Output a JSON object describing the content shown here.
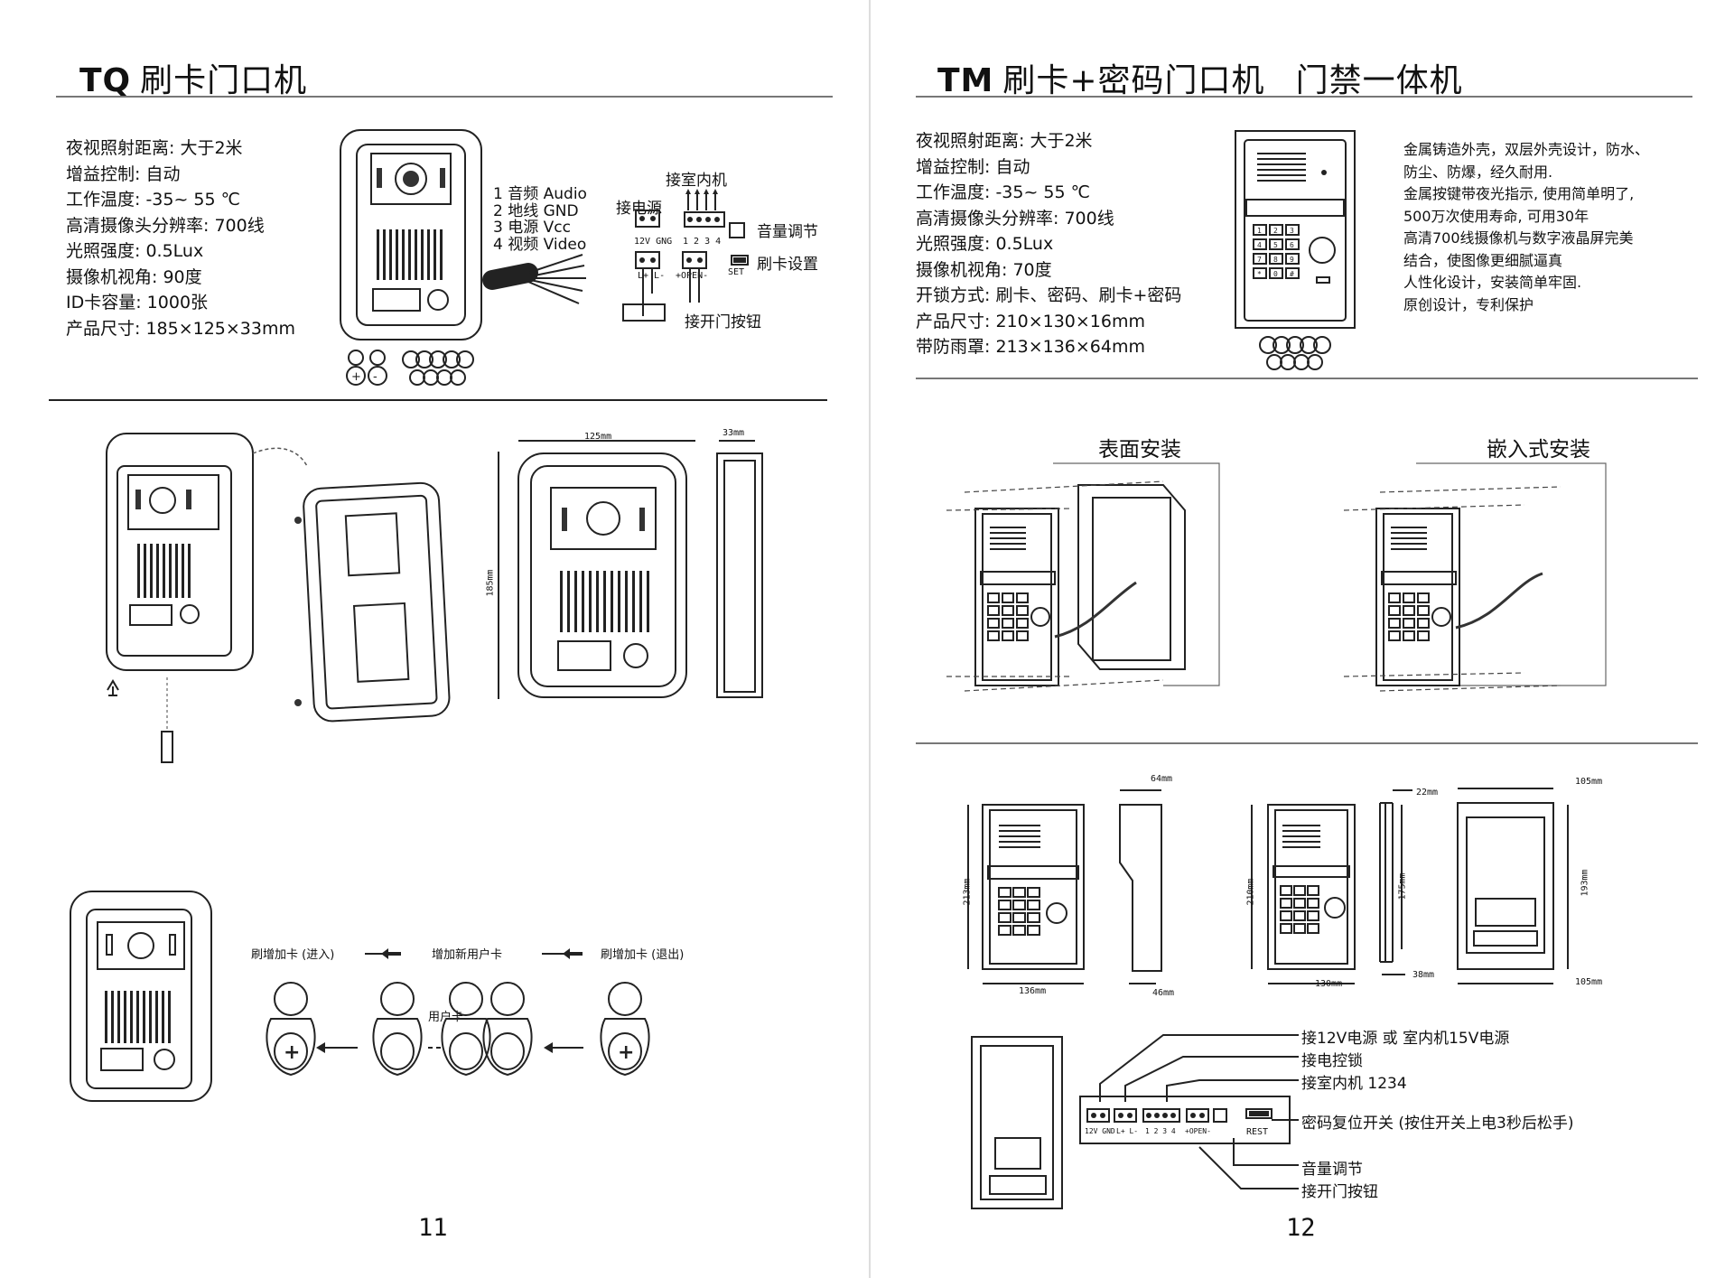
{
  "left": {
    "title_code": "TQ",
    "title_text": "刷卡门口机",
    "specs": [
      "夜视照射距离: 大于2米",
      "增益控制: 自动",
      "工作温度: -35~ 55 ℃",
      "高清摄像头分辨率: 700线",
      "光照强度: 0.5Lux",
      "摄像机视角: 90度",
      "ID卡容量: 1000张",
      "产品尺寸: 185×125×33mm"
    ],
    "wire_labels": [
      "1 音频 Audio",
      "2 地线 GND",
      "3 电源 Vcc",
      "4 视频 Video"
    ],
    "wiring": {
      "indoor": "接室内机",
      "power": "接电源",
      "power_pins": "12V GNG",
      "indoor_pins": "1 2 3 4",
      "lock_pins": "L+ L-",
      "open_pins": "+OPEN-",
      "volume": "音量调节",
      "card_setting": "刷卡设置",
      "set": "SET",
      "exit_button": "接开门按钮"
    },
    "dims": {
      "width": "125mm",
      "depth": "33mm",
      "height": "185mm"
    },
    "card_flow": {
      "add_in": "刷增加卡 (进入)",
      "add_user": "增加新用户卡",
      "add_out": "刷增加卡 (退出)",
      "user_card": "用户卡"
    },
    "page_number": "11"
  },
  "right": {
    "title_code": "TM",
    "title_text": "刷卡+密码门口机",
    "title_suffix": "门禁一体机",
    "specs": [
      "夜视照射距离: 大于2米",
      "增益控制: 自动",
      "工作温度: -35~ 55 ℃",
      "高清摄像头分辨率: 700线",
      "光照强度: 0.5Lux",
      "摄像机视角: 70度",
      "开锁方式: 刷卡、密码、刷卡+密码",
      "产品尺寸: 210×130×16mm",
      "带防雨罩: 213×136×64mm"
    ],
    "features": [
      "金属铸造外壳，双层外壳设计，防水、",
      "防尘、防爆，经久耐用.",
      " 金属按键带夜光指示, 使用简单明了,",
      "500万次使用寿命, 可用30年",
      "高清700线摄像机与数字液晶屏完美",
      "结合，使图像更细腻逼真",
      "人性化设计，安装简单牢固.",
      "原创设计，专利保护"
    ],
    "install": {
      "surface": "表面安装",
      "embedded": "嵌入式安装"
    },
    "dims": {
      "d64": "64mm",
      "d213": "213mm",
      "d136": "136mm",
      "d46": "46mm",
      "d210": "210mm",
      "d130": "130mm",
      "d22": "22mm",
      "d175": "175mm",
      "d38": "38mm",
      "d105a": "105mm",
      "d105b": "105mm",
      "d193": "193mm"
    },
    "wiring": [
      "接12V电源 或 室内机15V电源",
      "接电控锁",
      "接室内机 1234",
      "密码复位开关 (按住开关上电3秒后松手)",
      "音量调节",
      "接开门按钮"
    ],
    "terminal_labels": {
      "power": "12V GND",
      "lock": "L+ L-",
      "indoor": "1 2 3 4",
      "open": "+OPEN-",
      "rest": "REST"
    },
    "keypad": [
      "1",
      "2",
      "3",
      "4",
      "5",
      "6",
      "7",
      "8",
      "9",
      "*",
      "0",
      "#"
    ],
    "page_number": "12"
  }
}
